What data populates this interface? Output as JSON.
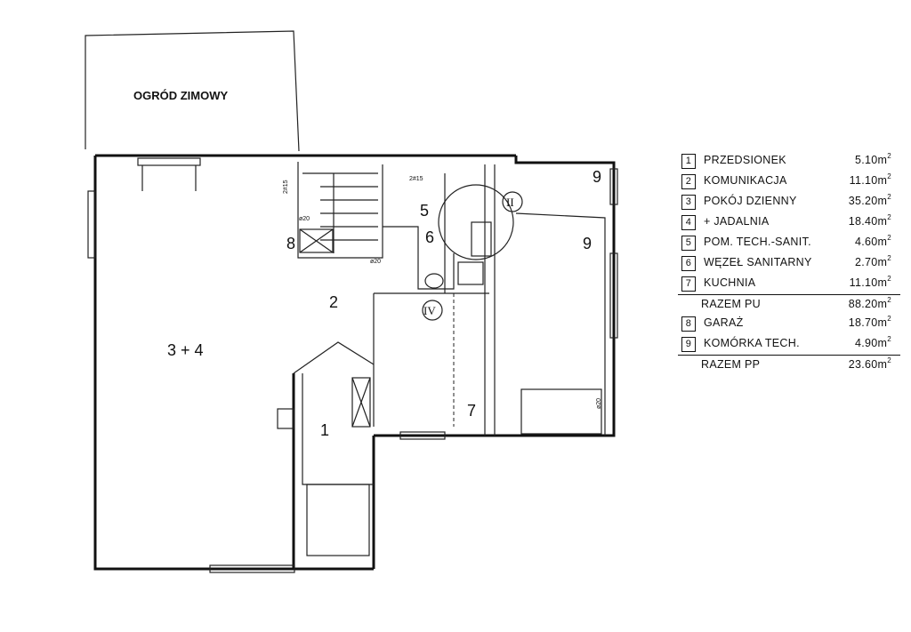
{
  "plan": {
    "garden_label": "OGRÓD ZIMOWY",
    "room_numbers": {
      "r34": "3 + 4",
      "r2": "2",
      "r1": "1",
      "r5": "5",
      "r6": "6",
      "r7": "7",
      "r8": "8",
      "r9a": "9",
      "r9b": "9"
    },
    "markers": {
      "ii": "II",
      "iv": "IV"
    },
    "small_marks": {
      "a": "2#15",
      "b": "2#15",
      "c": "ø20",
      "d": "ø20",
      "e": "ø20"
    }
  },
  "legend": {
    "rooms": [
      {
        "num": "1",
        "name": "PRZEDSIONEK",
        "area": "5.10m",
        "unit": "2"
      },
      {
        "num": "2",
        "name": "KOMUNIKACJA",
        "area": "11.10m",
        "unit": "2"
      },
      {
        "num": "3",
        "name": "POKÓJ DZIENNY",
        "area": "35.20m",
        "unit": "2"
      },
      {
        "num": "4",
        "name": "+ JADALNIA",
        "area": "18.40m",
        "unit": "2"
      },
      {
        "num": "5",
        "name": "POM. TECH.-SANIT.",
        "area": "4.60m",
        "unit": "2"
      },
      {
        "num": "6",
        "name": "WĘZEŁ SANITARNY",
        "area": "2.70m",
        "unit": "2"
      },
      {
        "num": "7",
        "name": "KUCHNIA",
        "area": "11.10m",
        "unit": "2"
      }
    ],
    "sum_pu": {
      "label": "RAZEM  PU",
      "area": "88.20m",
      "unit": "2"
    },
    "rooms2": [
      {
        "num": "8",
        "name": "GARAŻ",
        "area": "18.70m",
        "unit": "2"
      },
      {
        "num": "9",
        "name": "KOMÓRKA TECH.",
        "area": "4.90m",
        "unit": "2"
      }
    ],
    "sum_pp": {
      "label": "RAZEM  PP",
      "area": "23.60m",
      "unit": "2"
    }
  }
}
